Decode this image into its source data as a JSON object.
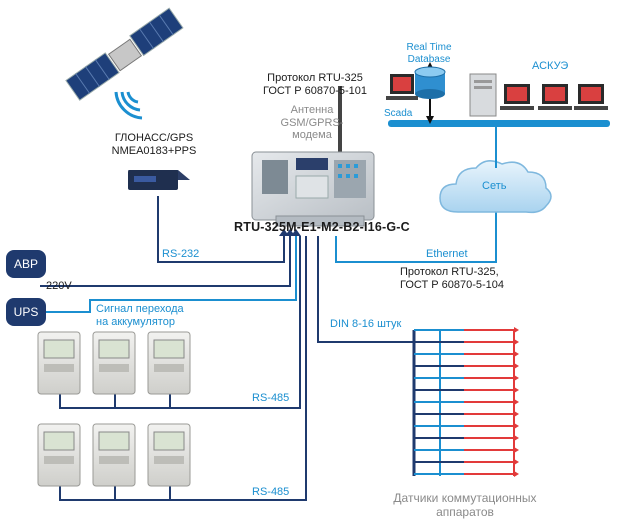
{
  "satellite": {
    "label_line1": "ГЛОНАСС/GPS",
    "label_line2": "NMEA0183+PPS"
  },
  "device": {
    "model": "RTU-325M-E1-M2-B2-I16-G-C",
    "protocol_top_line1": "Протокол RTU-325",
    "protocol_top_line2": "ГОСТ Р 60870-5-101",
    "antenna_line1": "Антенна",
    "antenna_line2": "GSM/GPRS-",
    "antenna_line3": "модема"
  },
  "server": {
    "db_line1": "Real Time",
    "db_line2": "Database",
    "scada": "Scada",
    "askue": "АСКУЭ",
    "network": "Сеть"
  },
  "links": {
    "rs232": "RS-232",
    "ethernet": "Ethernet",
    "protocol_bottom_line1": "Протокол RTU-325,",
    "protocol_bottom_line2": "ГОСТ Р 60870-5-104",
    "v220": "220V",
    "ups_signal_line1": "Сигнал перехода",
    "ups_signal_line2": "на аккумулятор",
    "rs485_top": "RS-485",
    "rs485_bottom": "RS-485",
    "din": "DIN 8-16 штук"
  },
  "boxes": {
    "avr": "АВР",
    "ups": "UPS"
  },
  "sensors": {
    "line1": "Датчики коммутационных",
    "line2": "аппаратов"
  },
  "colors": {
    "navy": "#1f3a6e",
    "blue": "#1b8fd0",
    "red": "#e23a3a",
    "grey": "#8a8a8a"
  }
}
